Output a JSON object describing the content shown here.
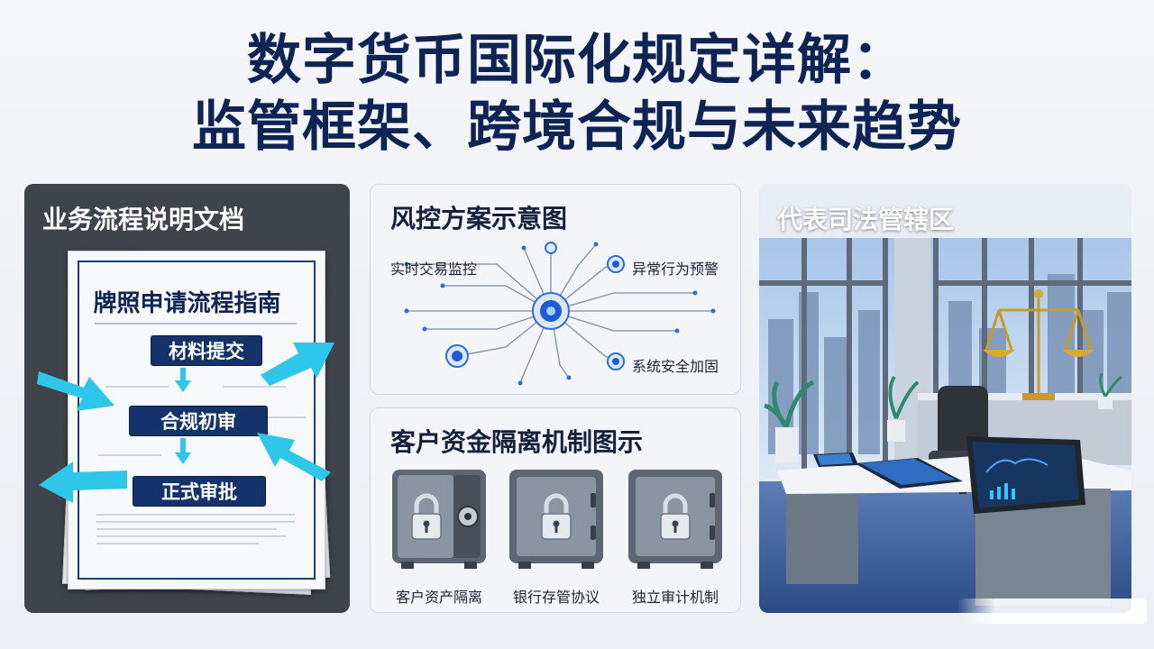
{
  "title": {
    "line1": "数字货币国际化规定详解：",
    "line2": "监管框架、跨境合规与未来趋势"
  },
  "panel_process": {
    "title": "业务流程说明文档",
    "doc_title": "牌照申请流程指南",
    "steps": [
      "材料提交",
      "合规初审",
      "正式审批"
    ]
  },
  "panel_risk": {
    "title": "风控方案示意图",
    "labels": {
      "top_left": "实时交易监控",
      "top_right": "异常行为预警",
      "bottom_right": "系统安全加固"
    }
  },
  "panel_funds": {
    "title": "客户资金隔离机制图示",
    "items": [
      "客户资产隔离",
      "银行存管协议",
      "独立审计机制"
    ]
  },
  "panel_jurisdiction": {
    "title": "代表司法管辖区"
  },
  "colors": {
    "navy": "#0f2454",
    "accent_cyan": "#2ec7e9",
    "dark_panel": "#3f444b"
  },
  "icons": [
    "arrow-icon",
    "lock-icon",
    "safe-icon",
    "scale-of-justice-icon",
    "tablet-icon",
    "office-chair-icon",
    "plant-icon"
  ]
}
